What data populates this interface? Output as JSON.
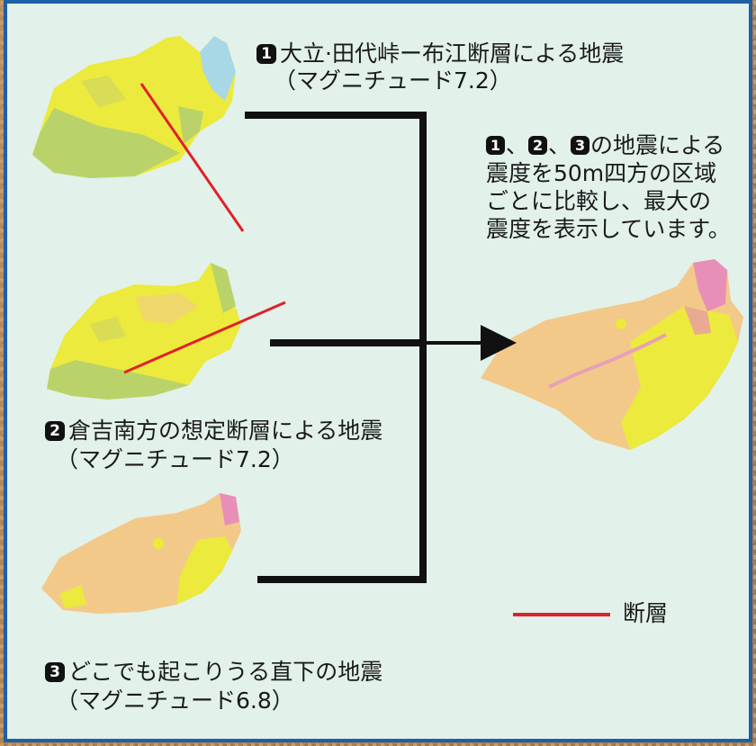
{
  "earthquakes": [
    {
      "number": "1",
      "title": "大立·田代峠ー布江断層による地震",
      "magnitude": "（マグニチュード7.2）"
    },
    {
      "number": "2",
      "title": "倉吉南方の想定断層による地震",
      "magnitude": "（マグニチュード7.2）"
    },
    {
      "number": "3",
      "title": "どこでも起こりうる直下の地震",
      "magnitude": "（マグニチュード6.8）"
    }
  ],
  "summary": {
    "badges": [
      "1",
      "2",
      "3"
    ],
    "sep": "、",
    "line1_suffix": "の地震による",
    "line2": "震度を50m四方の区域",
    "line3": "ごとに比較し、最大の",
    "line4": "震度を表示しています。"
  },
  "legend": {
    "fault_label": "断層",
    "fault_color": "#e0202a"
  },
  "colors": {
    "border": "#1f5fa6",
    "panel": "#e2f1e9",
    "map_yellow": "#ecea3c",
    "map_green": "#b9d36a",
    "map_orange": "#f3c98a",
    "map_pink": "#e88fb8",
    "map_blue": "#a8d8e6"
  }
}
